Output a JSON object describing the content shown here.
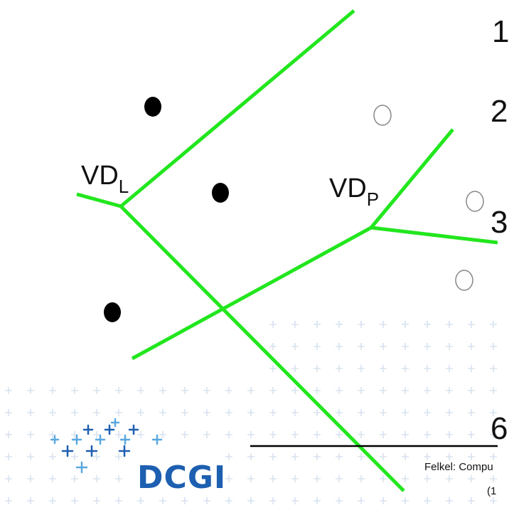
{
  "labels": {
    "vd_left": {
      "main": "VD",
      "sub": "L"
    },
    "vd_right": {
      "main": "VD",
      "sub": "P"
    }
  },
  "edge_digits": {
    "d1": "1",
    "d2": "2",
    "d3": "3",
    "d4": "6"
  },
  "footer": {
    "author_line": "Felkel: Compu",
    "page_line": "(1"
  },
  "logo": {
    "text": "DCGI"
  },
  "colors": {
    "voronoi_edge": "#22e61e",
    "filled_site": "#000000",
    "hollow_site": "#888888",
    "logo_blue": "#1d5fb0",
    "logo_light_blue": "#5aa8e0",
    "background_cross": "#d7e3ef"
  }
}
